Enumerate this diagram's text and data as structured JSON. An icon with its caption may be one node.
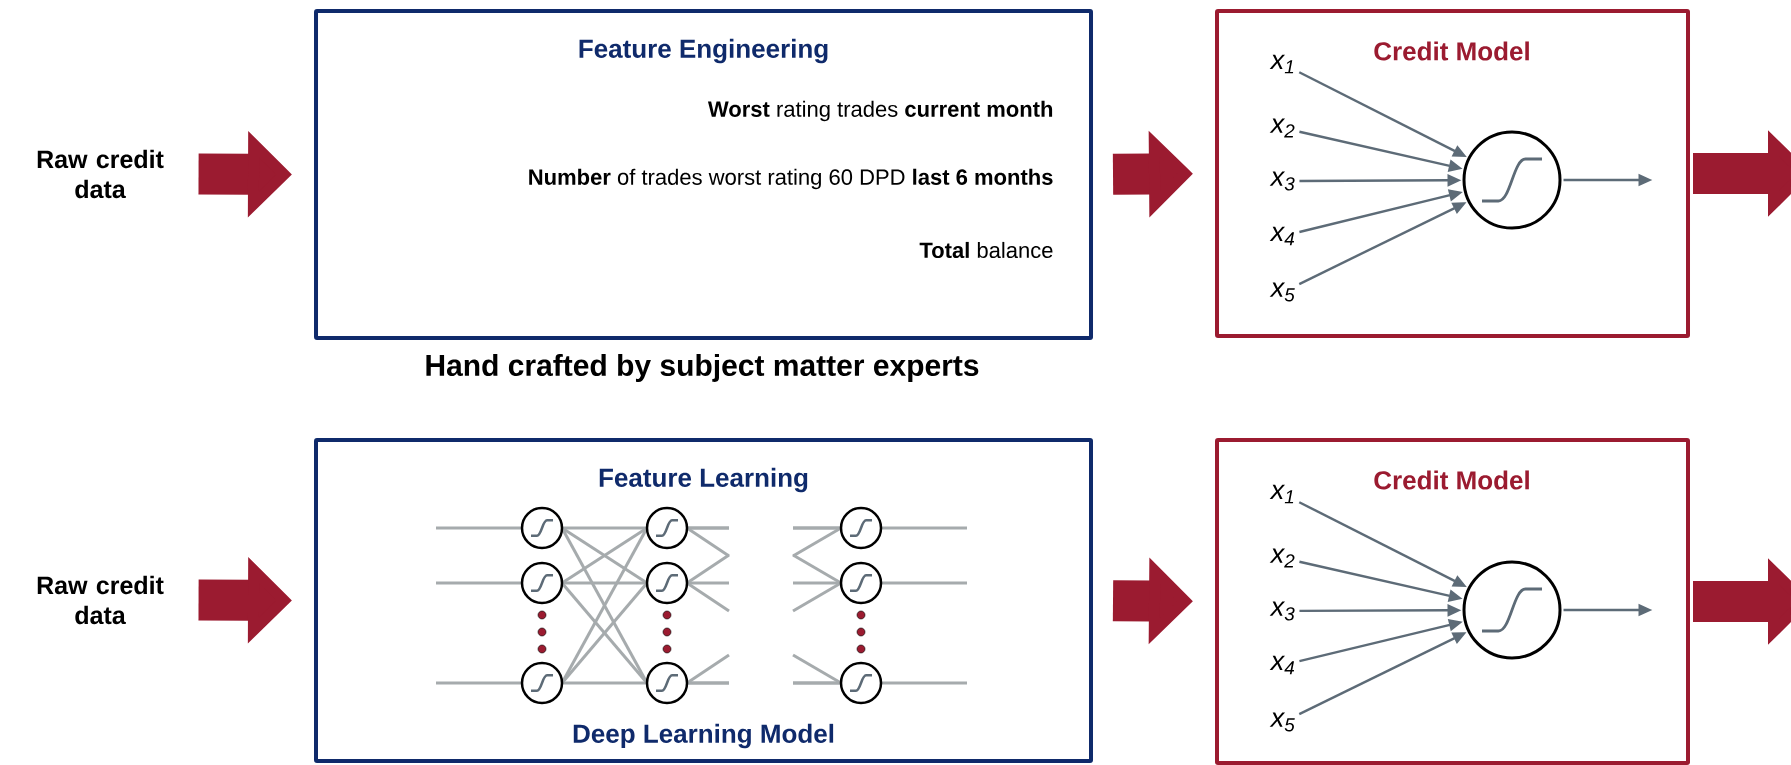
{
  "diagram": {
    "nodes": [
      {
        "text": [
          "Raw credit data"
        ]
      },
      {
        "text": [
          "Feature Engineering",
          "**Worst** rating trades **current month**",
          "**Number** of trades worst rating 60 DPD **last 6 months**",
          "**Total** balance"
        ]
      },
      {
        "text": [
          "Credit Model"
        ]
      },
      {
        "text": [
          "x$_{1}$"
        ],
        "in": 2
      },
      {
        "text": [
          "x$_{2}$"
        ],
        "in": 2
      },
      {
        "text": [
          "x$_{3}$"
        ],
        "in": 2
      },
      {
        "text": [
          "x$_{4}$"
        ],
        "in": 2
      },
      {
        "text": [
          "x$_{5}$"
        ],
        "in": 2
      },
      {
        "text": [],
        "shape": "circle",
        "in": 2
      },
      {
        "text": [
          "Raw credit data"
        ]
      },
      {
        "text": [
          "Feature Learning",
          "Deep Learning Model"
        ]
      },
      {
        "text": [
          "Credit Model"
        ]
      },
      {
        "text": [
          "x$_{1}$"
        ],
        "in": 11
      },
      {
        "text": [
          "x$_{2}$"
        ],
        "in": 11
      },
      {
        "text": [
          "x$_{3}$"
        ],
        "in": 11
      },
      {
        "text": [
          "x$_{4}$"
        ],
        "in": 11
      },
      {
        "text": [
          "x$_{5}$"
        ],
        "in": 11
      },
      {
        "text": [],
        "shape": "circle",
        "in": 11
      }
    ],
    "edges": [
      {
        "from": 0,
        "to": 1,
        "arrow": "to",
        "style": "thick",
        "color": "#9b1b30"
      },
      {
        "from": 1,
        "to": 2,
        "arrow": "to",
        "style": "thick",
        "color": "#9b1b30"
      },
      {
        "from": 2,
        "to": null,
        "arrow": "to",
        "style": "thick",
        "color": "#9b1b30"
      },
      {
        "from": 3,
        "to": 8,
        "arrow": "to"
      },
      {
        "from": 4,
        "to": 8,
        "arrow": "to"
      },
      {
        "from": 5,
        "to": 8,
        "arrow": "to"
      },
      {
        "from": 6,
        "to": 8,
        "arrow": "to"
      },
      {
        "from": 7,
        "to": 8,
        "arrow": "to"
      },
      {
        "from": 8,
        "to": null,
        "arrow": "to"
      },
      {
        "from": 9,
        "to": 10,
        "arrow": "to",
        "style": "thick",
        "color": "#9b1b30"
      },
      {
        "from": 10,
        "to": 11,
        "arrow": "to",
        "style": "thick",
        "color": "#9b1b30"
      },
      {
        "from": 11,
        "to": null,
        "arrow": "to",
        "style": "thick",
        "color": "#9b1b30"
      },
      {
        "from": 12,
        "to": 17,
        "arrow": "to"
      },
      {
        "from": 13,
        "to": 17,
        "arrow": "to"
      },
      {
        "from": 14,
        "to": 17,
        "arrow": "to"
      },
      {
        "from": 15,
        "to": 17,
        "arrow": "to"
      },
      {
        "from": 16,
        "to": 17,
        "arrow": "to"
      },
      {
        "from": 17,
        "to": null,
        "arrow": "to"
      }
    ],
    "labels": [
      "Hand crafted by subject matter experts"
    ]
  }
}
